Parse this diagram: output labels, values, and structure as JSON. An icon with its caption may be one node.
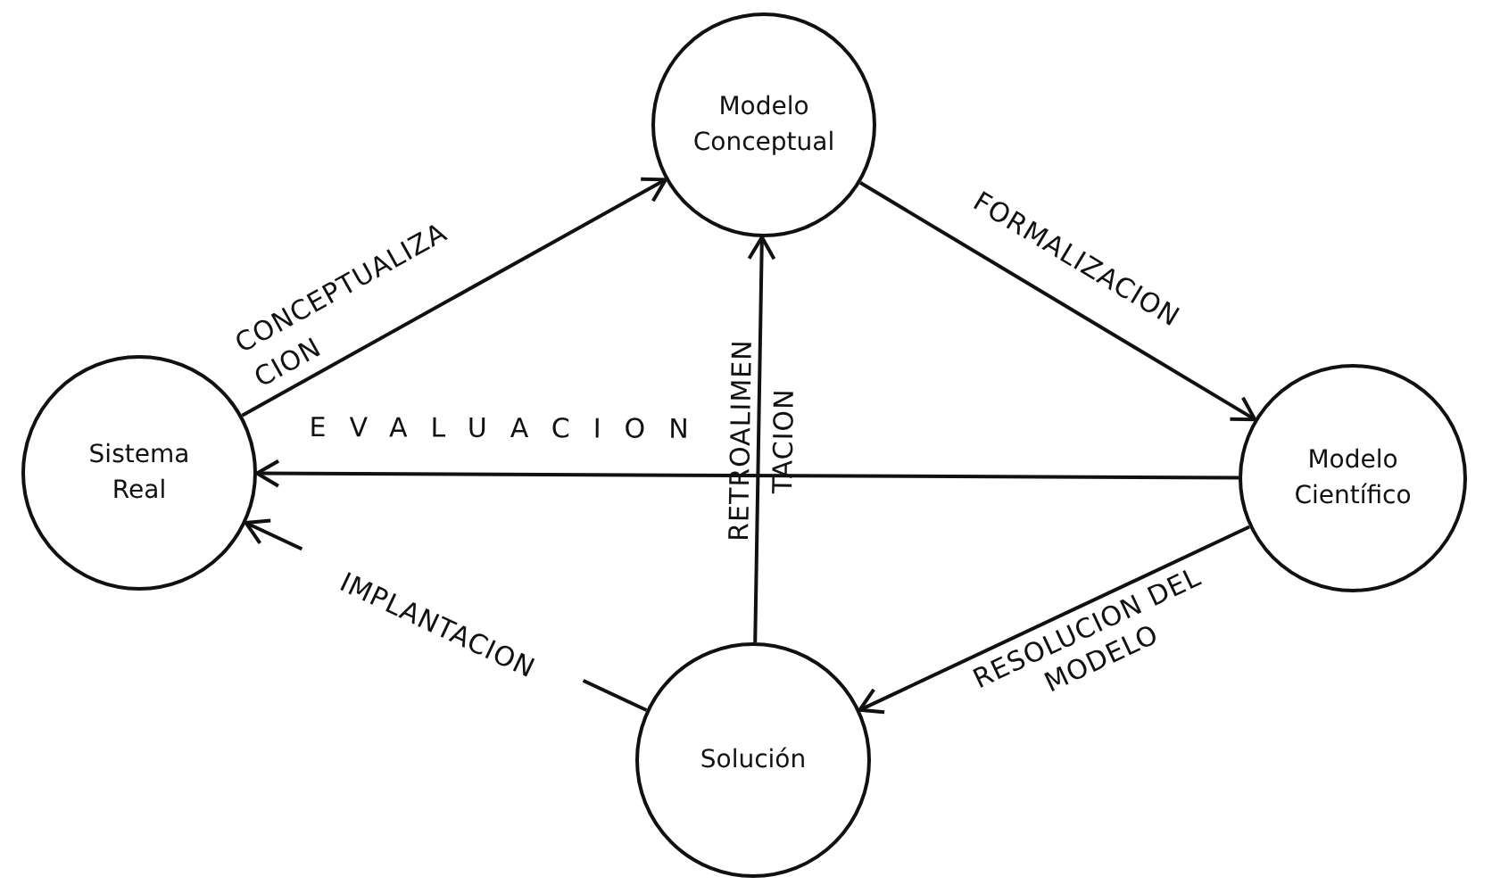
{
  "diagram": {
    "nodes": [
      {
        "text": [
          "Modelo Conceptual"
        ]
      },
      {
        "text": [
          "Sistema Real"
        ]
      },
      {
        "text": [
          "Modelo Científico"
        ]
      },
      {
        "text": [
          "Solución"
        ]
      }
    ],
    "edges": [
      {
        "from": 1,
        "to": 0,
        "arrow": "to",
        "label": "CONCEPTUALIZA CION"
      },
      {
        "from": 0,
        "to": 2,
        "arrow": "to",
        "label": "FORMALIZACION"
      },
      {
        "from": 2,
        "to": 1,
        "arrow": "to",
        "label": "EVALUACION"
      },
      {
        "from": 3,
        "to": 0,
        "arrow": "to",
        "label": "RETROALIMEN TACION"
      },
      {
        "from": 2,
        "to": 3,
        "arrow": "to",
        "label": "RESOLUCION DEL MODELO"
      },
      {
        "from": 3,
        "to": 1,
        "arrow": "to",
        "label": "IMPLANTACION"
      }
    ]
  }
}
